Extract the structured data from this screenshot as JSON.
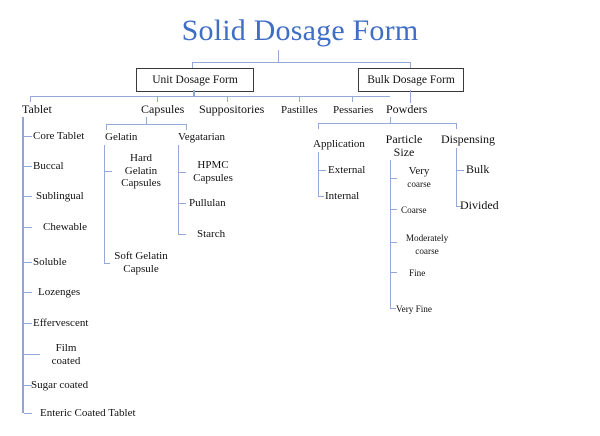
{
  "title": "Solid Dosage Form",
  "theme": {
    "title_color": "#3f6ec4",
    "line_color": "#95a9d6",
    "box_border_color": "#3a3a3a",
    "text_color": "#111111",
    "background": "#ffffff"
  },
  "diagram": {
    "type": "tree",
    "root": "Solid Dosage Form",
    "level1": [
      {
        "label": "Unit Dosage Form"
      },
      {
        "label": "Bulk Dosage Form"
      }
    ],
    "level2": {
      "unit": [
        "Tablet",
        "Capsules",
        "Suppositories",
        "Pastilles",
        "Pessaries"
      ],
      "bulk": [
        "Powders"
      ]
    },
    "tablet_children": [
      "Core Tablet",
      "Buccal",
      "Sublingual",
      "Chewable",
      "Soluble",
      "Lozenges",
      "Effervescent",
      "Film coated",
      "Sugar coated",
      "Enteric  Coated Tablet"
    ],
    "capsules_children": [
      {
        "label": "Gelatin",
        "children": [
          "Hard Gelatin Capsules",
          "Soft Gelatin Capsule"
        ]
      },
      {
        "label": "Vegatarian",
        "children": [
          "HPMC Capsules",
          "Pullulan",
          "Starch"
        ]
      }
    ],
    "powders_children": [
      {
        "label": "Application",
        "children": [
          "External",
          "Internal"
        ]
      },
      {
        "label": "Particle Size",
        "children": [
          "Very coarse",
          "Coarse",
          "Moderately coarse",
          "Fine",
          "Very Fine"
        ]
      },
      {
        "label": "Dispensing",
        "children": [
          "Bulk",
          "Divided"
        ]
      }
    ]
  },
  "labels": {
    "tablet_split": {
      "film_line1": "Film",
      "film_line2": "coated"
    },
    "hard_gelatin": {
      "l1": "Hard",
      "l2": "Gelatin",
      "l3": "Capsules"
    },
    "soft_gelatin": {
      "l1": "Soft Gelatin",
      "l2": "Capsule"
    },
    "hpmc": {
      "l1": "HPMC",
      "l2": "Capsules"
    },
    "particle_size": {
      "l1": "Particle",
      "l2": "Size"
    },
    "very_coarse": {
      "l1": "Very",
      "l2": "coarse"
    },
    "moderately_coarse": {
      "l1": "Moderately",
      "l2": "coarse"
    }
  }
}
